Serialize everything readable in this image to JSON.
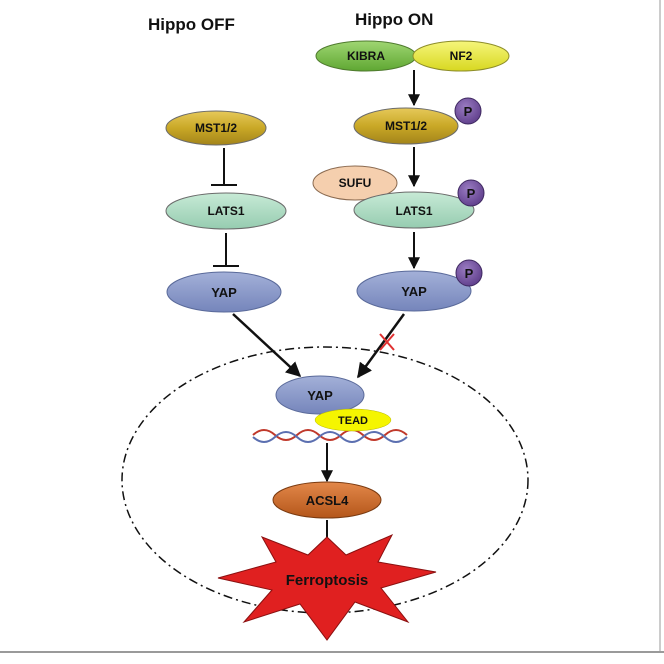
{
  "titles": {
    "hippo_off": "Hippo  OFF",
    "hippo_on": "Hippo  ON"
  },
  "nodes": {
    "kibra": "KIBRA",
    "nf2": "NF2",
    "mst_off": "MST1/2",
    "lats_off": "LATS1",
    "yap_off": "YAP",
    "mst_on": "MST1/2",
    "sufu": "SUFU",
    "lats_on": "LATS1",
    "yap_on": "YAP",
    "yap_nucleus": "YAP",
    "tead": "TEAD",
    "acsl4": "ACSL4",
    "ferroptosis": "Ferroptosis"
  },
  "phospho_label": "P",
  "colors": {
    "olive_gold": "#c9a826",
    "mint": "#a9dcc1",
    "slate_blue": "#8c9ccb",
    "kibra_green": "#7cc04a",
    "nf2_yellow": "#e8e83a",
    "sufu_peach": "#f5cfae",
    "phospho_purple": "#7b56a6",
    "tead_yellow": "#f5f500",
    "acsl4_orange": "#d2691e",
    "ferroptosis_red": "#e02020",
    "block_cross": "#e03030"
  }
}
